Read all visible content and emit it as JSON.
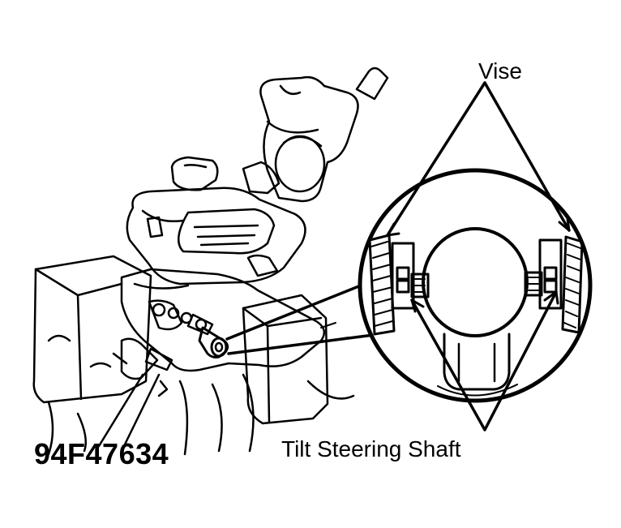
{
  "figure": {
    "callouts": {
      "vise": "Vise",
      "tilt_steering_shaft": "Tilt Steering Shaft"
    },
    "figure_code": "94F47634",
    "colors": {
      "ink": "#000000",
      "paper": "#ffffff"
    }
  }
}
